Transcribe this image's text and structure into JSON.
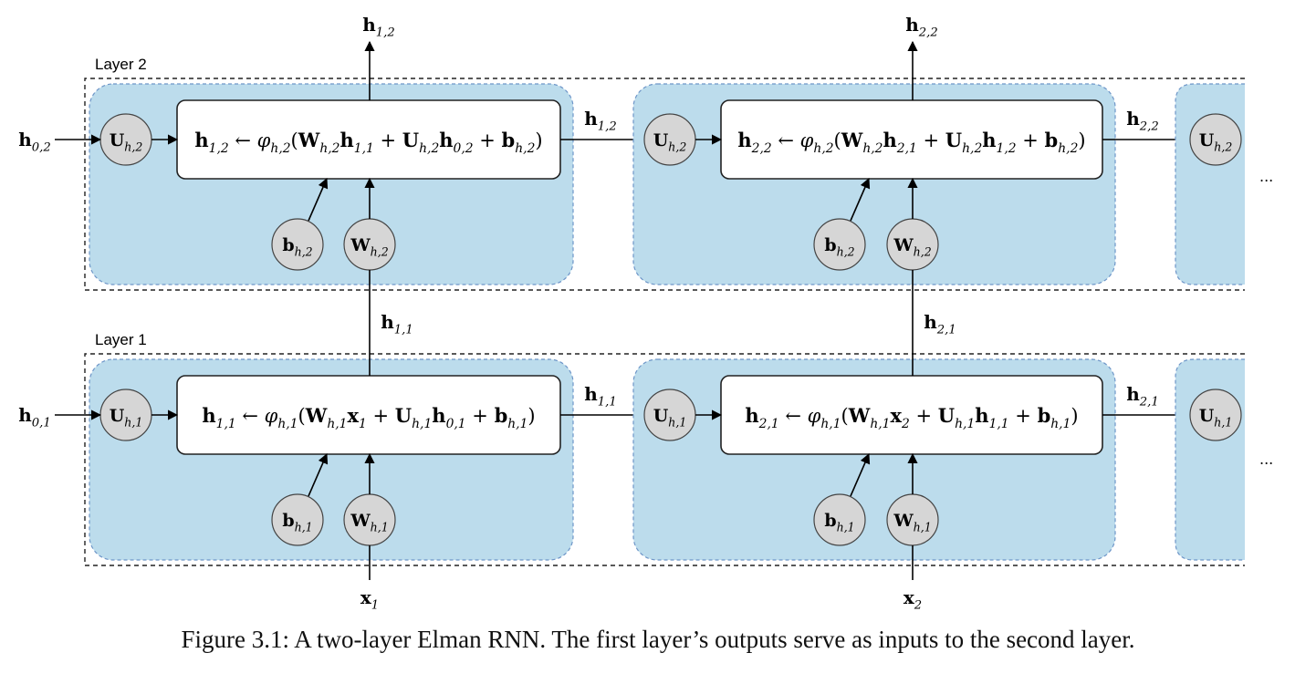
{
  "layers": [
    {
      "label": "Layer 2",
      "h0": [
        "h",
        "0,2"
      ],
      "cells": [
        {
          "u": [
            "U",
            "h,2"
          ],
          "eq": [
            [
              "h",
              "1,2"
            ],
            " ← ",
            [
              "φ",
              "h,2"
            ],
            "(",
            [
              "W",
              "h,2"
            ],
            [
              "h",
              "1,1"
            ],
            " + ",
            [
              "U",
              "h,2"
            ],
            [
              "h",
              "0,2"
            ],
            " + ",
            [
              "b",
              "h,2"
            ],
            ")"
          ],
          "b": [
            "b",
            "h,2"
          ],
          "w": [
            "W",
            "h,2"
          ],
          "out": [
            "h",
            "1,2"
          ],
          "right": [
            "h",
            "1,2"
          ],
          "below": [
            "h",
            "1,1"
          ]
        },
        {
          "u": [
            "U",
            "h,2"
          ],
          "eq": [
            [
              "h",
              "2,2"
            ],
            " ← ",
            [
              "φ",
              "h,2"
            ],
            "(",
            [
              "W",
              "h,2"
            ],
            [
              "h",
              "2,1"
            ],
            " + ",
            [
              "U",
              "h,2"
            ],
            [
              "h",
              "1,2"
            ],
            " + ",
            [
              "b",
              "h,2"
            ],
            ")"
          ],
          "b": [
            "b",
            "h,2"
          ],
          "w": [
            "W",
            "h,2"
          ],
          "out": [
            "h",
            "2,2"
          ],
          "right": [
            "h",
            "2,2"
          ],
          "below": [
            "h",
            "2,1"
          ]
        }
      ],
      "next_u": [
        "U",
        "h,2"
      ],
      "ellipsis": "..."
    },
    {
      "label": "Layer 1",
      "h0": [
        "h",
        "0,1"
      ],
      "cells": [
        {
          "u": [
            "U",
            "h,1"
          ],
          "eq": [
            [
              "h",
              "1,1"
            ],
            " ← ",
            [
              "φ",
              "h,1"
            ],
            "(",
            [
              "W",
              "h,1"
            ],
            [
              "x",
              "1"
            ],
            " + ",
            [
              "U",
              "h,1"
            ],
            [
              "h",
              "0,1"
            ],
            " + ",
            [
              "b",
              "h,1"
            ],
            ")"
          ],
          "b": [
            "b",
            "h,1"
          ],
          "w": [
            "W",
            "h,1"
          ],
          "right": [
            "h",
            "1,1"
          ],
          "input": [
            "x",
            "1"
          ]
        },
        {
          "u": [
            "U",
            "h,1"
          ],
          "eq": [
            [
              "h",
              "2,1"
            ],
            " ← ",
            [
              "φ",
              "h,1"
            ],
            "(",
            [
              "W",
              "h,1"
            ],
            [
              "x",
              "2"
            ],
            " + ",
            [
              "U",
              "h,1"
            ],
            [
              "h",
              "1,1"
            ],
            " + ",
            [
              "b",
              "h,1"
            ],
            ")"
          ],
          "b": [
            "b",
            "h,1"
          ],
          "w": [
            "W",
            "h,1"
          ],
          "right": [
            "h",
            "2,1"
          ],
          "input": [
            "x",
            "2"
          ]
        }
      ],
      "next_u": [
        "U",
        "h,1"
      ],
      "ellipsis": "..."
    }
  ],
  "caption": "Figure 3.1: A two-layer Elman RNN. The first layer’s outputs serve as inputs to the second layer.",
  "colors": {
    "cell_fill": "#bcdcec",
    "cell_border": "#6e96c8",
    "node_fill": "#d6d6d6",
    "node_border": "#444444"
  }
}
